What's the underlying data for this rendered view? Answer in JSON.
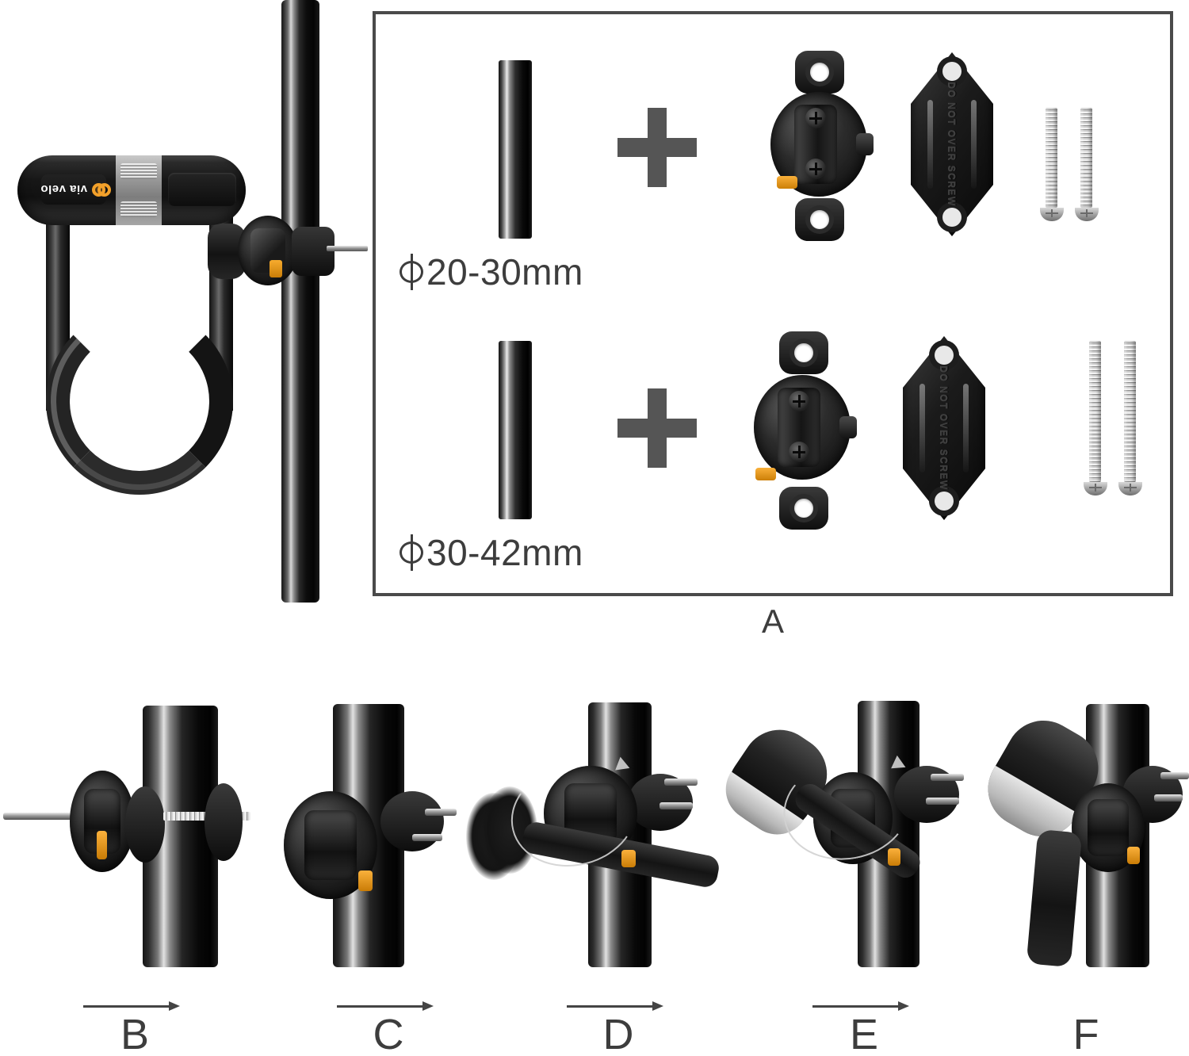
{
  "document": {
    "title": "Bike U-Lock Bracket Mounting Instructions",
    "type": "product-instruction-diagram"
  },
  "product": {
    "brand_wordmark": "via velo",
    "brand_mark_icon": "double-circle-orange-logo",
    "brand_color": "#f2a02a"
  },
  "parts_box": {
    "label": "A",
    "rows": [
      {
        "id": "row-small",
        "tube_label": "tube-segment-20-30mm",
        "plus": "+",
        "diameter_label": "20-30mm",
        "diameter_symbol": "Φ",
        "bracket_label": "bracket-base-small",
        "plate_label": "cover-plate-small",
        "plate_emboss": "DO NOT OVER SCREW",
        "screw_count": 2,
        "screw_label": "short-screws"
      },
      {
        "id": "row-large",
        "tube_label": "tube-segment-30-42mm",
        "plus": "+",
        "diameter_label": "30-42mm",
        "diameter_symbol": "Φ",
        "bracket_label": "bracket-base-large",
        "plate_label": "cover-plate-large",
        "plate_emboss": "DO NOT OVER SCREW",
        "screw_count": 2,
        "screw_label": "long-screws"
      }
    ]
  },
  "steps": [
    {
      "letter": "B",
      "has_arrow": true,
      "description": "insert-screws-through-bracket-and-post"
    },
    {
      "letter": "C",
      "has_arrow": true,
      "description": "bracket-tightened-on-post"
    },
    {
      "letter": "D",
      "has_arrow": true,
      "description": "insert-lock-shackle-and-rotate"
    },
    {
      "letter": "E",
      "has_arrow": true,
      "description": "rotate-lock-body-into-bracket"
    },
    {
      "letter": "F",
      "has_arrow": false,
      "description": "lock-fully-mounted"
    }
  ],
  "colors": {
    "accent_orange": "#f2a02a",
    "text_gray": "#3d3d3d",
    "border_gray": "#4a4a4a",
    "background": "#ffffff"
  }
}
